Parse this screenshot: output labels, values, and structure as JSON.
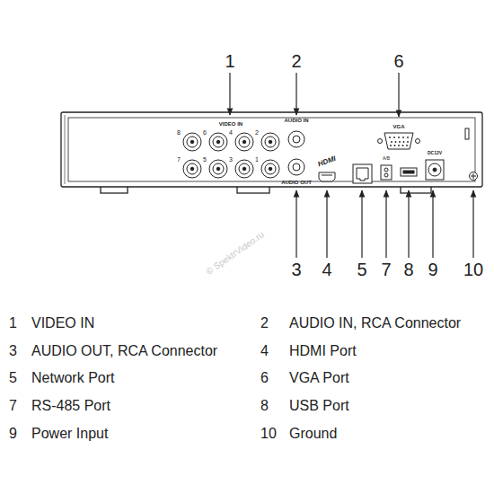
{
  "diagram": {
    "labels": [
      "1",
      "2",
      "6",
      "VIDEO IN",
      "AUDIO IN",
      "VGA",
      "8",
      "6",
      "4",
      "2",
      "7",
      "5",
      "3",
      "1",
      "HDMI",
      "AUDIO OUT",
      "A/B",
      "DC12V",
      "3",
      "4",
      "5",
      "7",
      "8",
      "9",
      "10",
      "© SpektrVideo.ru",
      "1",
      "VIDEO IN",
      "2",
      "AUDIO IN, RCA Connector",
      "3",
      "AUDIO OUT, RCA Connector",
      "4",
      "HDMI Port",
      "5",
      "Network Port",
      "6",
      "VGA Port",
      "7",
      "RS-485 Port",
      "8",
      "USB Port",
      "9",
      "Power Input",
      "10",
      "Ground"
    ]
  }
}
